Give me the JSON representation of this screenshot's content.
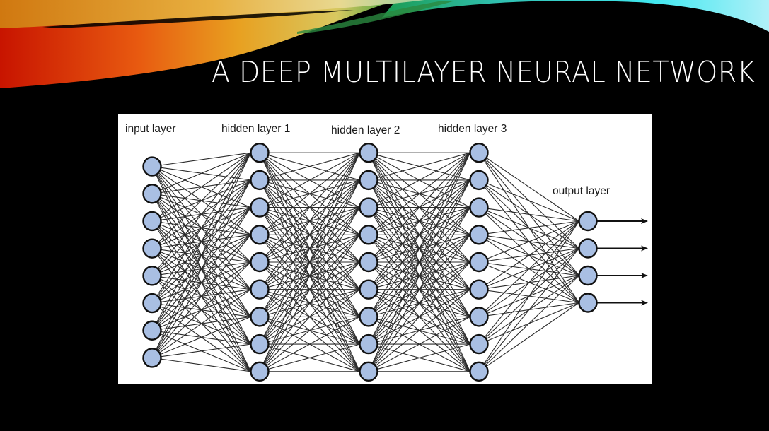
{
  "slide": {
    "title": "A DEEP MULTILAYER NEURAL NETWORK",
    "colors": {
      "background": "#000000",
      "title": "#ffffff",
      "node_fill": "#a9bfe3",
      "node_stroke": "#111111",
      "edge": "#2b2b2b",
      "panel": "#ffffff"
    }
  },
  "network": {
    "layers": [
      {
        "id": "input",
        "label": "input layer",
        "nodes": 8
      },
      {
        "id": "hidden1",
        "label": "hidden layer 1",
        "nodes": 9
      },
      {
        "id": "hidden2",
        "label": "hidden layer 2",
        "nodes": 9
      },
      {
        "id": "hidden3",
        "label": "hidden layer 3",
        "nodes": 9
      },
      {
        "id": "output",
        "label": "output layer",
        "nodes": 4
      }
    ],
    "connectivity": "fully-connected",
    "output_arrows": 4
  }
}
